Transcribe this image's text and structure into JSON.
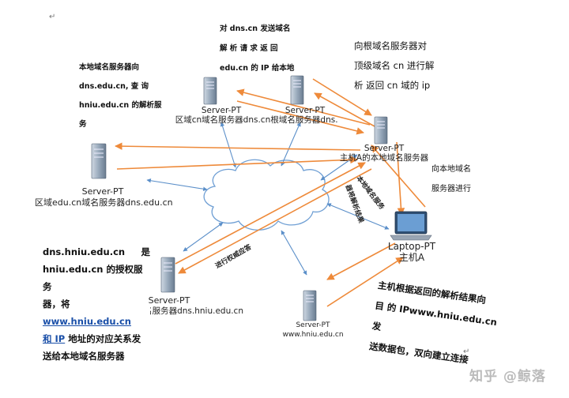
{
  "nodes": {
    "server_cn": {
      "type": "Server-PT",
      "name": "区域cn域名服务器dns.cn"
    },
    "server_root": {
      "type": "Server-PT",
      "name": "根域名服务器dns."
    },
    "server_local": {
      "type": "Server-PT",
      "name": "主机A的本地域名服务器"
    },
    "server_edu": {
      "type": "Server-PT",
      "name": "区域edu.cn域名服务器dns.edu.cn"
    },
    "server_hniu": {
      "type": "Server-PT",
      "name": "区域hniu.edu.cn域名服务器dns.hniu.edu.cn"
    },
    "server_www": {
      "type": "Server-PT",
      "name": "www.hniu.edu.cn"
    },
    "laptop": {
      "type": "Laptop-PT",
      "name": "主机A"
    }
  },
  "annotations": {
    "cn_reply": [
      "对 dns.cn 发送域名",
      "解 析 请 求 返 回",
      "edu.cn 的 IP 给本地"
    ],
    "root_reply": [
      "向根域名服务器对",
      "顶级域名 cn 进行解",
      "析  返回 cn 域的 ip"
    ],
    "edu_query": [
      "本地域名服务器向",
      "dns.edu.cn,  查  询",
      "hniu.edu.cn  的解析服",
      "务"
    ],
    "local_query": [
      "向本地域名",
      "服务器进行"
    ],
    "diag_query": "本地域名服务",
    "diag_result": "器将解析结果",
    "iter_reply": "进行权威应答",
    "hniu_text": {
      "line1_a": "dns.hniu.edu.cn",
      "line1_b": "是",
      "line2": "hniu.edu.cn 的授权服务",
      "line3_a": "器，将 ",
      "line3_link": "www.hniu.edu.cn",
      "line4_link": "和 IP",
      "line4_b": " 地址的对应关系发",
      "line5": "送给本地域名服务器"
    },
    "final": [
      "主机根据返回的解析结果向",
      "目 的 IPwww.hniu.edu.cn 发",
      "送数据包，双向建立连接"
    ]
  },
  "watermark": "知乎 @鲸落",
  "colors": {
    "orange": "#ee8a3a",
    "blue": "#5b8fc9",
    "cloud_stroke": "#6f9fd4"
  }
}
